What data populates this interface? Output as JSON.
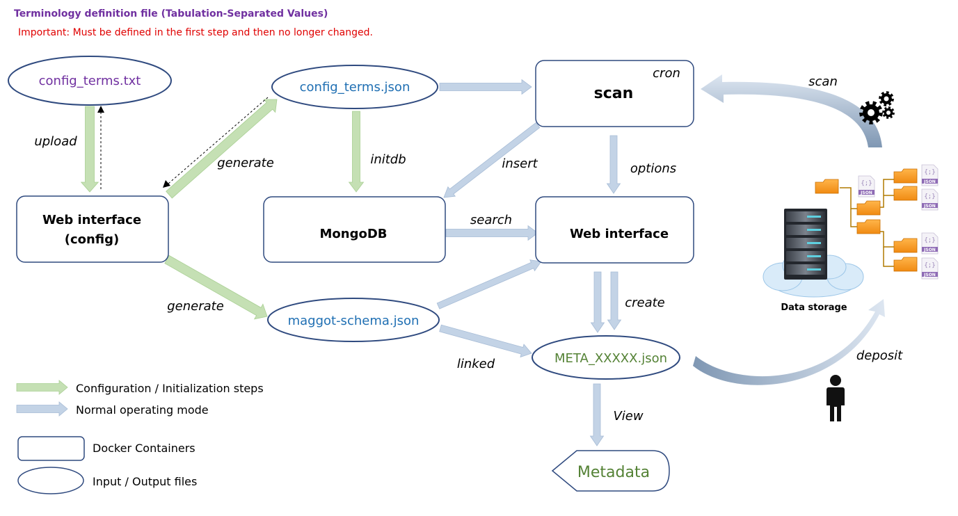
{
  "header": {
    "title": "Terminology definition file (Tabulation-Separated Values)",
    "warning": "Important: Must be defined in the first step and then no longer changed."
  },
  "nodes": {
    "config_txt": "config_terms.txt",
    "config_json": "config_terms.json",
    "scan": "scan",
    "cron": "cron",
    "web_config_line1": "Web interface",
    "web_config_line2": "(config)",
    "mongodb": "MongoDB",
    "web_interface": "Web interface",
    "maggot_schema": "maggot-schema.json",
    "meta": "META_XXXXX.json",
    "metadata": "Metadata",
    "data_storage": "Data storage"
  },
  "edge_labels": {
    "upload": "upload",
    "generate_top": "generate",
    "initdb": "initdb",
    "insert": "insert",
    "options": "options",
    "search": "search",
    "generate_bottom": "generate",
    "create": "create",
    "linked": "linked",
    "view": "View",
    "scan": "scan",
    "deposit": "deposit"
  },
  "legend": {
    "config_steps": "Configuration / Initialization steps",
    "normal_mode": "Normal operating mode",
    "docker": "Docker Containers",
    "files": "Input / Output files"
  },
  "file_badge": "JSON",
  "colors": {
    "green_arrow": "#C5E0B4",
    "blue_arrow": "#C3D3E6",
    "node_border": "#2F4A7F",
    "purple_text": "#7030A0",
    "blue_text": "#1F6FB3",
    "green_text": "#548235",
    "red_text": "#E00000"
  }
}
